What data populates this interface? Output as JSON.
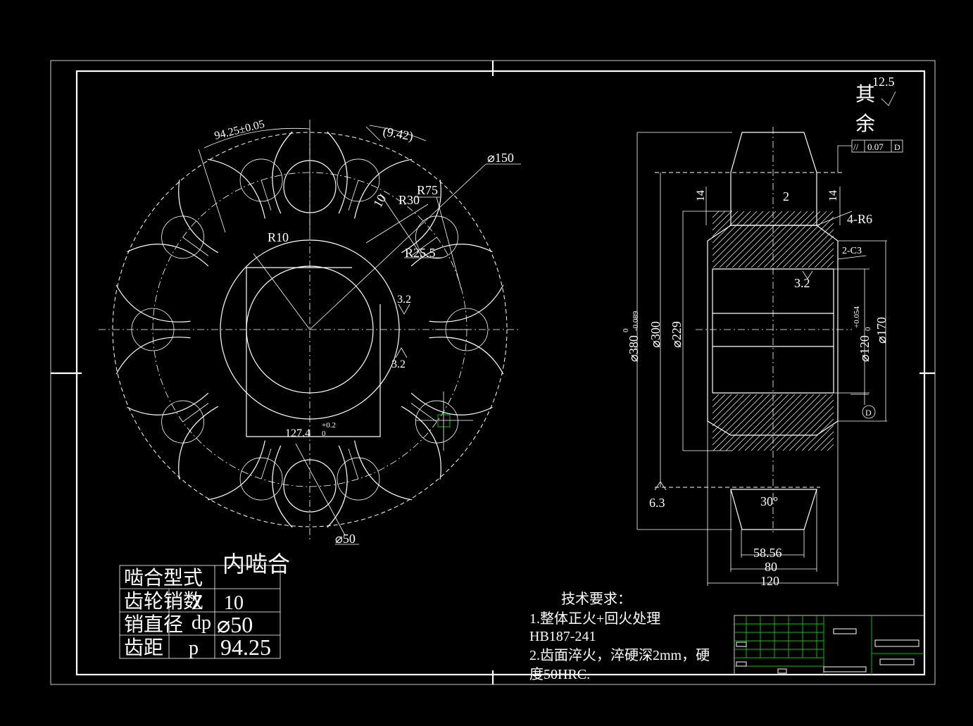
{
  "front_view": {
    "dim_pitch": "94.25±0.05",
    "dim_arc": "(9.42)",
    "dim_outer": "⌀150",
    "dim_r75": "R75",
    "dim_r30": "R30",
    "dim_10": "10",
    "dim_r10": "R10",
    "dim_r255": "R25.5",
    "rough_1": "3.2",
    "rough_2": "3.2",
    "dim_keyway": "127.4",
    "dim_keyway_tol_up": "+0.2",
    "dim_keyway_tol_low": "0",
    "dim_pin": "⌀50"
  },
  "section_view": {
    "rough_general_label": "其余",
    "rough_general_value": "12.5",
    "tol_symbol": "//",
    "tol_value": "0.07",
    "tol_datum": "D",
    "dim_14_left": "14",
    "dim_14_right": "14",
    "dim_2": "2",
    "dim_4r6": "4-R6",
    "dim_2c3": "2-C3",
    "rough_bore": "3.2",
    "dim_380": "⌀380",
    "dim_380_tol_up": "0",
    "dim_380_tol_low": "-0.089",
    "dim_300": "⌀300",
    "dim_229": "⌀229",
    "dim_120": "⌀120",
    "dim_120_tol_up": "+0.054",
    "dim_120_tol_low": "0",
    "dim_170": "⌀170",
    "datum_label": "D",
    "rough_face": "6.3",
    "dim_angle": "30°",
    "dim_5856": "58.56",
    "dim_80": "80",
    "dim_120_width": "120"
  },
  "param_table": {
    "rows": [
      {
        "name": "啮合型式",
        "symbol": "",
        "value": "内啮合"
      },
      {
        "name": "齿轮销数",
        "symbol": "Z",
        "value": "10"
      },
      {
        "name": "销直径",
        "symbol": "dp",
        "value": "⌀50"
      },
      {
        "name": "齿距",
        "symbol": "p",
        "value": "94.25"
      }
    ]
  },
  "notes": {
    "title": "技术要求：",
    "line1": "1.整体正火+回火处理",
    "line2": "HB187-241",
    "line3": "2.齿面淬火，淬硬深2mm，硬",
    "line4": "度50HRC."
  },
  "colors": {
    "background": "#000000",
    "lines": "#ffffff",
    "title_block": "#00c000"
  }
}
